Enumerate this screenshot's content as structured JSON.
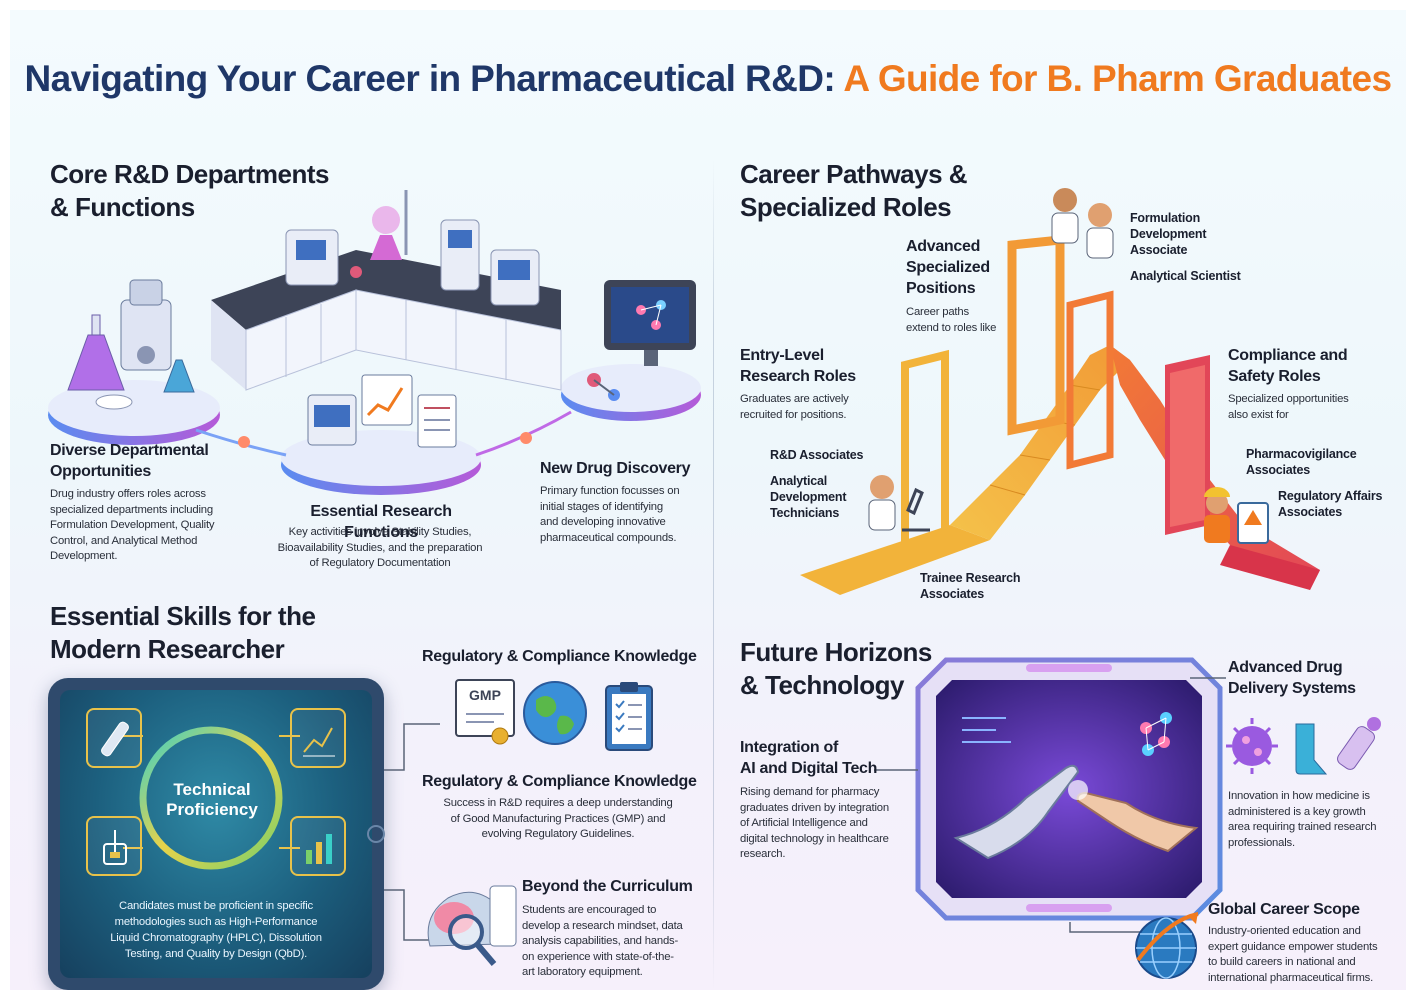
{
  "title": {
    "part1": "Navigating Your Career in Pharmaceutical R&D:",
    "part2": "A Guide for B. Pharm Graduates"
  },
  "colors": {
    "navy": "#1f3768",
    "orange": "#f07a1f"
  },
  "core_rd": {
    "heading": "Core R&D Departments\n& Functions",
    "diverse": {
      "title": "Diverse Departmental\nOpportunities",
      "text": "Drug industry offers roles across\nspecialized departments including\nFormulation Development, Quality\nControl, and Analytical Method\nDevelopment."
    },
    "essential": {
      "title": "Essential Research Functions",
      "text": "Key activities involve Stability Studies,\nBioavailability Studies, and the preparation\nof Regulatory Documentation"
    },
    "discovery": {
      "title": "New Drug Discovery",
      "text": "Primary function focusses on\ninitial stages of identifying\nand developing innovative\npharmaceutical compounds."
    },
    "icons": [
      "lab-bench-icon",
      "flask-icon",
      "microscope-icon",
      "document-icon",
      "monitor-molecule-icon"
    ]
  },
  "career": {
    "heading": "Career Pathways &\nSpecialized Roles",
    "advanced": {
      "title": "Advanced\nSpecialized\nPositions",
      "text": "Career paths\nextend to roles like"
    },
    "formulation": "Formulation\nDevelopment\nAssociate",
    "analytical_scientist": "Analytical Scientist",
    "entry": {
      "title": "Entry-Level\nResearch Roles",
      "text": "Graduates are actively\nrecruited for positions."
    },
    "rd_associates": "R&D Associates",
    "technicians": "Analytical\nDevelopment\nTechnicians",
    "trainee": "Trainee Research\nAssociates",
    "compliance": {
      "title": "Compliance and\nSafety Roles",
      "text": "Specialized opportunities\nalso exist for"
    },
    "pharmacovigilance": "Pharmacovigilance\nAssociates",
    "regulatory": "Regulatory Affairs\nAssociates"
  },
  "skills": {
    "heading": "Essential Skills for the\nModern Researcher",
    "center_label": "Technical\nProficiency",
    "tablet_text": "Candidates must be proficient in specific\nmethodologies such as High-Performance\nLiquid Chromatography (HPLC), Dissolution\nTesting, and Quality by Design (QbD).",
    "regulatory_header": "Regulatory & Compliance Knowledge",
    "gmp_label": "GMP",
    "regulatory_title": "Regulatory & Compliance Knowledge",
    "regulatory_text": "Success in R&D requires a deep understanding\nof Good Manufacturing Practices (GMP) and\nevolving Regulatory Guidelines.",
    "beyond_title": "Beyond the Curriculum",
    "beyond_text": "Students are encouraged to\ndevelop a research mindset, data\nanalysis capabilities, and hands-\non experience with state-of-the-\nart laboratory equipment."
  },
  "future": {
    "heading": "Future Horizons\n& Technology",
    "ai": {
      "title": "Integration of\nAI and Digital Tech",
      "text": "Rising demand for pharmacy\ngraduates driven by integration\nof Artificial Intelligence and\ndigital technology in healthcare\nresearch."
    },
    "delivery": {
      "title": "Advanced Drug\nDelivery Systems",
      "text": "Innovation in how medicine is\nadministered is a key growth\narea requiring trained research\nprofessionals."
    },
    "global": {
      "title": "Global Career Scope",
      "text": "Industry-oriented education and\nexpert guidance empower students\nto build careers in national and\ninternational pharmaceutical firms."
    }
  }
}
